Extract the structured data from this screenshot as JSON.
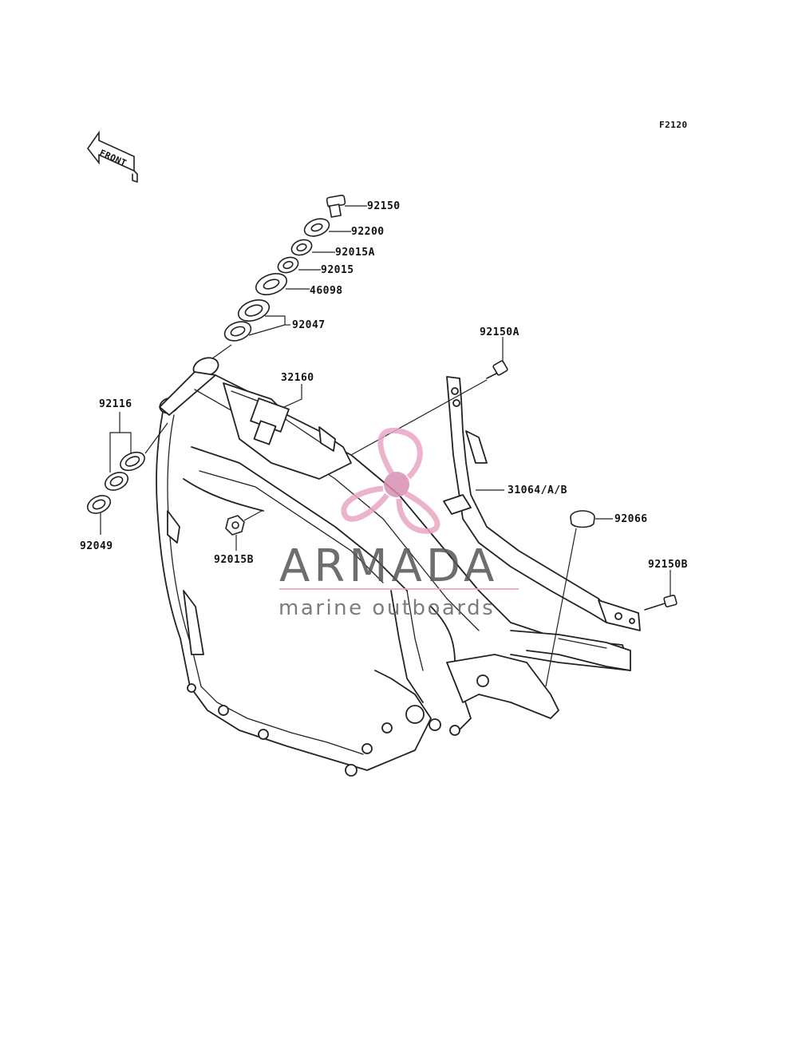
{
  "diagram_code": "F2120",
  "front_label": "FRONT",
  "parts": {
    "p92150": "92150",
    "p92200": "92200",
    "p92015A": "92015A",
    "p92015": "92015",
    "p46098": "46098",
    "p92047": "92047",
    "p92150A": "92150A",
    "p32160": "32160",
    "p92116": "92116",
    "p31064": "31064/A/B",
    "p92066": "92066",
    "p92049": "92049",
    "p92015B": "92015B",
    "p92150B": "92150B"
  },
  "watermark": {
    "title": "ARMADA",
    "subtitle": "marine outboards",
    "colors": {
      "logo": "#e8a6c4",
      "logo_dark": "#d98fb3",
      "text": "#555555",
      "line": "#e8a6c4"
    }
  }
}
